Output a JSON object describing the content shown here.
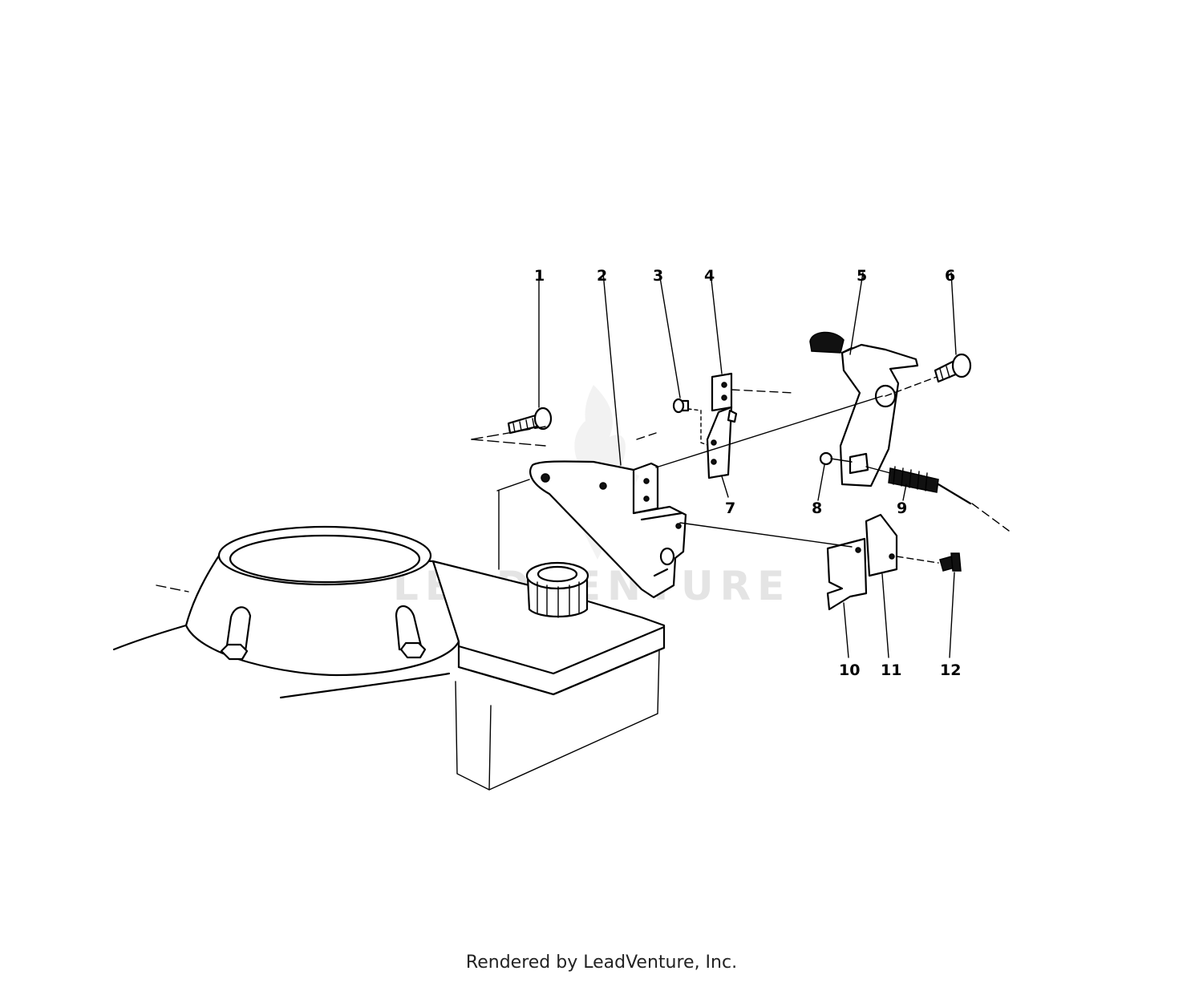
{
  "diagram": {
    "callouts": [
      {
        "id": "1",
        "label": "1"
      },
      {
        "id": "2",
        "label": "2"
      },
      {
        "id": "3",
        "label": "3"
      },
      {
        "id": "4",
        "label": "4"
      },
      {
        "id": "5",
        "label": "5"
      },
      {
        "id": "6",
        "label": "6"
      },
      {
        "id": "7",
        "label": "7"
      },
      {
        "id": "8",
        "label": "8"
      },
      {
        "id": "9",
        "label": "9"
      },
      {
        "id": "10",
        "label": "10"
      },
      {
        "id": "11",
        "label": "11"
      },
      {
        "id": "12",
        "label": "12"
      }
    ],
    "watermark": "LEADVENTURE"
  },
  "footer": {
    "text": "Rendered by LeadVenture, Inc."
  }
}
